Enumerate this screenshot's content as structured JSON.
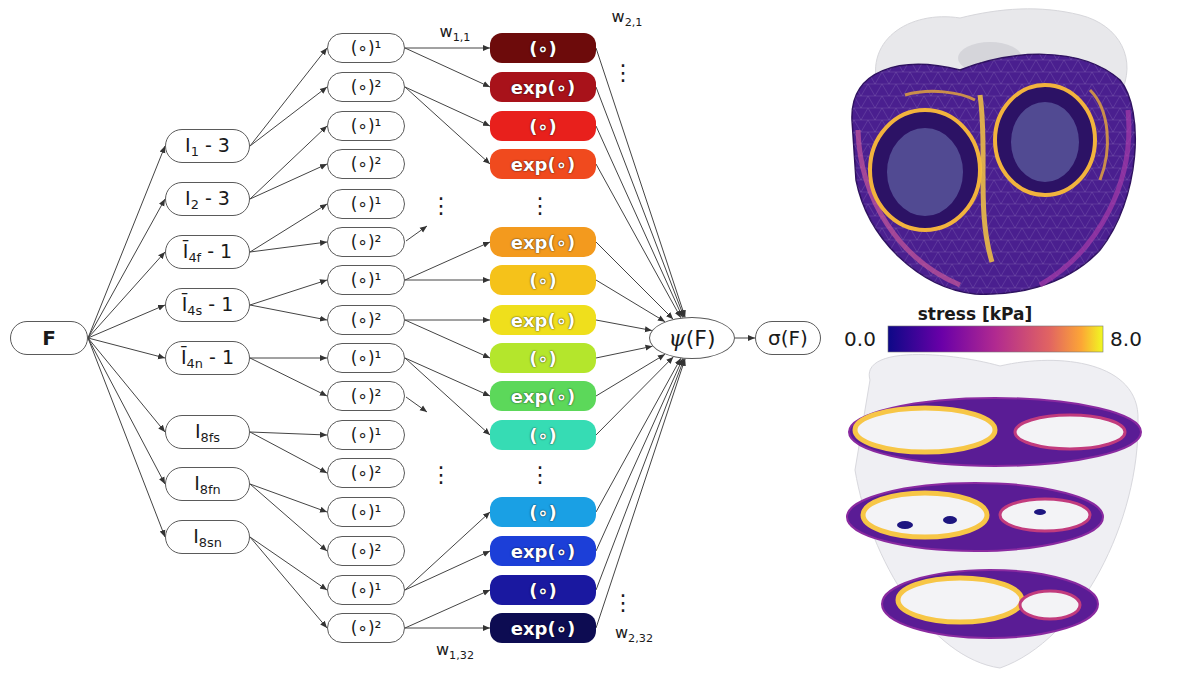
{
  "diagram": {
    "nodes": [
      {
        "text": [
          "F"
        ]
      },
      {
        "text": [
          "I1 - 3"
        ]
      },
      {
        "text": [
          "I2 - 3"
        ]
      },
      {
        "text": [
          "Ī4f - 1"
        ]
      },
      {
        "text": [
          "Ī4s - 1"
        ]
      },
      {
        "text": [
          "Ī4n - 1"
        ]
      },
      {
        "text": [
          "I8fs"
        ]
      },
      {
        "text": [
          "I8fn"
        ]
      },
      {
        "text": [
          "I8sn"
        ]
      },
      {
        "text": [
          "(∘)¹"
        ]
      },
      {
        "text": [
          "(∘)²"
        ]
      },
      {
        "text": [
          "(∘)¹"
        ]
      },
      {
        "text": [
          "(∘)²"
        ]
      },
      {
        "text": [
          "(∘)¹"
        ]
      },
      {
        "text": [
          "(∘)²"
        ]
      },
      {
        "text": [
          "(∘)¹"
        ]
      },
      {
        "text": [
          "(∘)²"
        ]
      },
      {
        "text": [
          "(∘)¹"
        ]
      },
      {
        "text": [
          "(∘)²"
        ]
      },
      {
        "text": [
          "(∘)¹"
        ]
      },
      {
        "text": [
          "(∘)²"
        ]
      },
      {
        "text": [
          "(∘)¹"
        ]
      },
      {
        "text": [
          "(∘)²"
        ]
      },
      {
        "text": [
          "(∘)¹"
        ]
      },
      {
        "text": [
          "(∘)²"
        ]
      },
      {
        "text": [
          "(∘)"
        ]
      },
      {
        "text": [
          "exp(∘)"
        ]
      },
      {
        "text": [
          "(∘)"
        ]
      },
      {
        "text": [
          "exp(∘)"
        ]
      },
      {
        "text": [
          "exp(∘)"
        ]
      },
      {
        "text": [
          "(∘)"
        ]
      },
      {
        "text": [
          "exp(∘)"
        ]
      },
      {
        "text": [
          "(∘)"
        ]
      },
      {
        "text": [
          "exp(∘)"
        ]
      },
      {
        "text": [
          "(∘)"
        ]
      },
      {
        "text": [
          "(∘)"
        ]
      },
      {
        "text": [
          "exp(∘)"
        ]
      },
      {
        "text": [
          "(∘)"
        ]
      },
      {
        "text": [
          "exp(∘)"
        ]
      },
      {
        "text": [
          "ψ(F)"
        ]
      },
      {
        "text": [
          "σ(F)"
        ]
      }
    ],
    "edges": [
      {
        "from": 0,
        "to": 1,
        "arrow": "to"
      },
      {
        "from": 0,
        "to": 2,
        "arrow": "to"
      },
      {
        "from": 0,
        "to": 3,
        "arrow": "to"
      },
      {
        "from": 0,
        "to": 4,
        "arrow": "to"
      },
      {
        "from": 0,
        "to": 5,
        "arrow": "to"
      },
      {
        "from": 0,
        "to": 6,
        "arrow": "to"
      },
      {
        "from": 0,
        "to": 7,
        "arrow": "to"
      },
      {
        "from": 0,
        "to": 8,
        "arrow": "to"
      },
      {
        "from": 1,
        "to": 9,
        "arrow": "to"
      },
      {
        "from": 1,
        "to": 10,
        "arrow": "to"
      },
      {
        "from": 2,
        "to": 11,
        "arrow": "to"
      },
      {
        "from": 2,
        "to": 12,
        "arrow": "to"
      },
      {
        "from": 3,
        "to": 13,
        "arrow": "to"
      },
      {
        "from": 3,
        "to": 14,
        "arrow": "to"
      },
      {
        "from": 4,
        "to": 15,
        "arrow": "to"
      },
      {
        "from": 4,
        "to": 16,
        "arrow": "to"
      },
      {
        "from": 5,
        "to": 17,
        "arrow": "to"
      },
      {
        "from": 5,
        "to": 18,
        "arrow": "to"
      },
      {
        "from": 6,
        "to": 19,
        "arrow": "to"
      },
      {
        "from": 6,
        "to": 20,
        "arrow": "to"
      },
      {
        "from": 7,
        "to": 21,
        "arrow": "to"
      },
      {
        "from": 7,
        "to": 22,
        "arrow": "to"
      },
      {
        "from": 8,
        "to": 23,
        "arrow": "to"
      },
      {
        "from": 8,
        "to": 24,
        "arrow": "to"
      },
      {
        "from": 9,
        "to": 25,
        "arrow": "to"
      },
      {
        "from": 9,
        "to": 26,
        "arrow": "to"
      },
      {
        "from": 10,
        "to": 27,
        "arrow": "to"
      },
      {
        "from": 10,
        "to": 28,
        "arrow": "to"
      },
      {
        "from": 15,
        "to": 29,
        "arrow": "to"
      },
      {
        "from": 15,
        "to": 30,
        "arrow": "to"
      },
      {
        "from": 16,
        "to": 31,
        "arrow": "to"
      },
      {
        "from": 16,
        "to": 32,
        "arrow": "to"
      },
      {
        "from": 17,
        "to": 33,
        "arrow": "to"
      },
      {
        "from": 17,
        "to": 34,
        "arrow": "to"
      },
      {
        "from": 23,
        "to": 35,
        "arrow": "to"
      },
      {
        "from": 23,
        "to": 36,
        "arrow": "to"
      },
      {
        "from": 24,
        "to": 37,
        "arrow": "to"
      },
      {
        "from": 24,
        "to": 38,
        "arrow": "to"
      },
      {
        "from": 25,
        "to": 39,
        "arrow": "to"
      },
      {
        "from": 26,
        "to": 39,
        "arrow": "to"
      },
      {
        "from": 27,
        "to": 39,
        "arrow": "to"
      },
      {
        "from": 28,
        "to": 39,
        "arrow": "to"
      },
      {
        "from": 29,
        "to": 39,
        "arrow": "to"
      },
      {
        "from": 30,
        "to": 39,
        "arrow": "to"
      },
      {
        "from": 31,
        "to": 39,
        "arrow": "to"
      },
      {
        "from": 32,
        "to": 39,
        "arrow": "to"
      },
      {
        "from": 33,
        "to": 39,
        "arrow": "to"
      },
      {
        "from": 34,
        "to": 39,
        "arrow": "to"
      },
      {
        "from": 35,
        "to": 39,
        "arrow": "to"
      },
      {
        "from": 36,
        "to": 39,
        "arrow": "to"
      },
      {
        "from": 37,
        "to": 39,
        "arrow": "to"
      },
      {
        "from": 38,
        "to": 39,
        "arrow": "to"
      },
      {
        "from": 39,
        "to": 40,
        "arrow": "to"
      }
    ],
    "labels": [
      "w1,1",
      "w2,1",
      "⋮",
      "⋮",
      "⋮",
      "⋮",
      "⋮",
      "⋮",
      "w1,32",
      "w2,32",
      "stress [kPa]",
      "0.0",
      "8.0"
    ]
  }
}
